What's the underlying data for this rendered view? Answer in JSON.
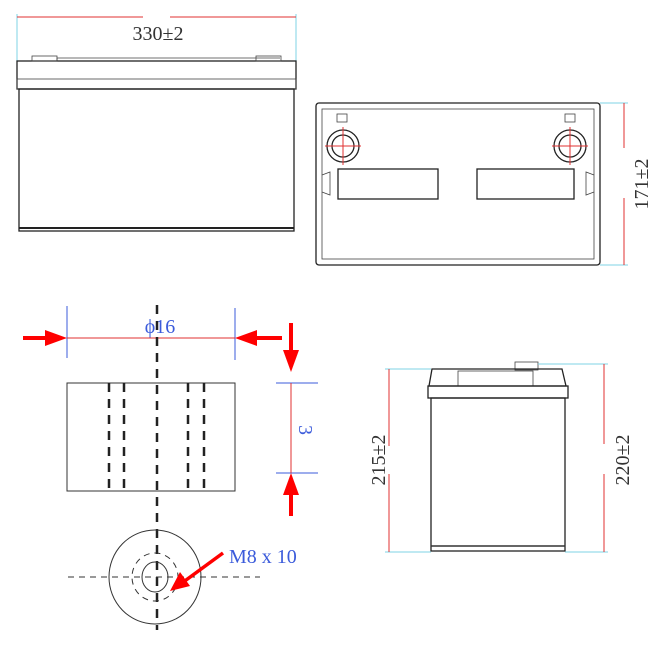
{
  "dimensions": {
    "length": "330±2",
    "width": "171±2",
    "height_body": "215±2",
    "height_total": "220±2"
  },
  "terminal": {
    "diameter": "ϕ16",
    "height": "3",
    "thread": "M8 x 10"
  },
  "colors": {
    "dimension_line": "#e03030",
    "extension_line": "#7fd3e6",
    "terminal_annotation": "#3b5bdb",
    "arrow": "#ff0000"
  }
}
